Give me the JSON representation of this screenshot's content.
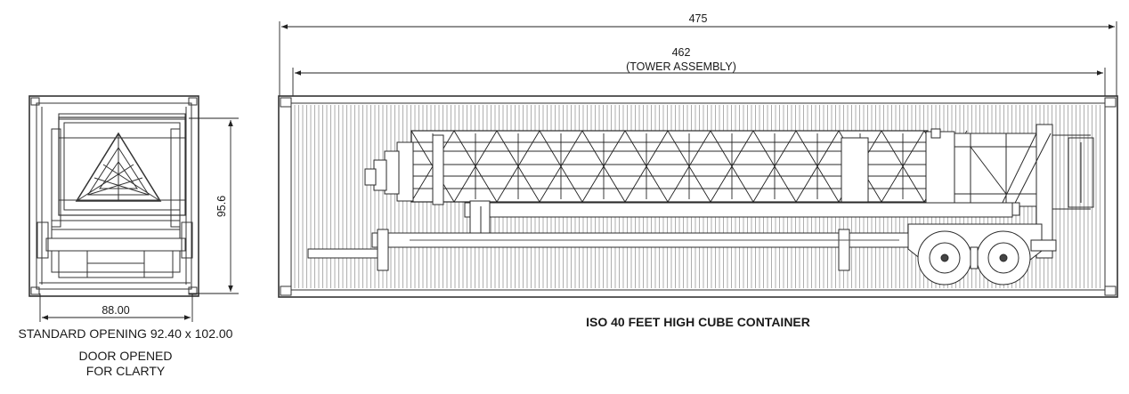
{
  "end_view": {
    "width_dim": "88.00",
    "height_dim": "95.6",
    "opening_note": "STANDARD OPENING 92.40 x 102.00",
    "door_note_line1": "DOOR OPENED",
    "door_note_line2": "FOR CLARTY"
  },
  "side_view": {
    "overall_dim": "475",
    "tower_dim": "462",
    "tower_dim_label": "(TOWER ASSEMBLY)",
    "title": "ISO 40 FEET HIGH CUBE CONTAINER"
  }
}
